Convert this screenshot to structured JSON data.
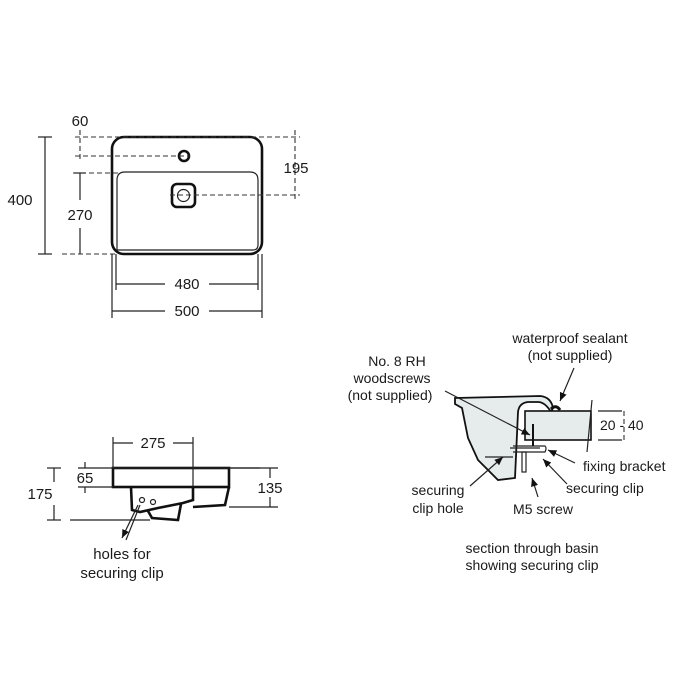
{
  "top_view": {
    "dims": {
      "overall_depth": "400",
      "bowl_depth": "270",
      "tap_offset": "60",
      "waste_offset": "195",
      "bowl_width": "480",
      "overall_width": "500"
    }
  },
  "side_view": {
    "dims": {
      "front_width": "275",
      "rim_height": "65",
      "overall_height": "175",
      "rear_height": "135"
    },
    "callout": [
      "holes for",
      "securing clip"
    ]
  },
  "section_view": {
    "callouts": {
      "sealant": [
        "waterproof sealant",
        "(not supplied)"
      ],
      "woodscrews": [
        "No. 8 RH",
        "woodscrews",
        "(not supplied)"
      ],
      "thickness": "20 - 40",
      "fixing_bracket": "fixing bracket",
      "securing_clip": "securing clip",
      "clip_hole": [
        "securing",
        "clip hole"
      ],
      "m5_screw": "M5 screw"
    },
    "caption": [
      "section through basin",
      "showing securing clip"
    ]
  }
}
